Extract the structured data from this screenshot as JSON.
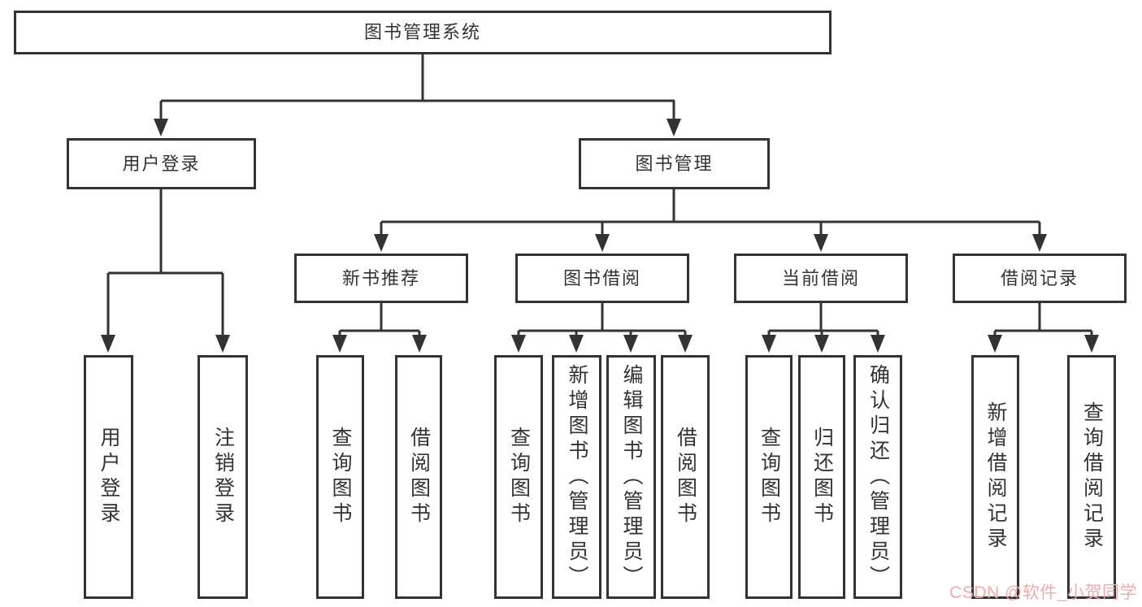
{
  "diagram": {
    "root": "图书管理系统",
    "level2": {
      "user_login": "用户登录",
      "book_mgmt": "图书管理"
    },
    "level3": {
      "new_book_rec": "新书推荐",
      "book_borrow": "图书借阅",
      "current_borrow": "当前借阅",
      "borrow_record": "借阅记录"
    },
    "leaves": {
      "user_login_1": "用户登录",
      "user_login_2": "注销登录",
      "new_book_1": "查询图书",
      "new_book_2": "借阅图书",
      "borrow_1": "查询图书",
      "borrow_2": "新增图书（管理员）",
      "borrow_3": "编辑图书（管理员）",
      "borrow_4": "借阅图书",
      "current_1": "查询图书",
      "current_2": "归还图书",
      "current_3": "确认归还（管理员）",
      "record_1": "新增借阅记录",
      "record_2": "查询借阅记录"
    }
  },
  "watermark": "CSDN @软件_小贺同学",
  "colors": {
    "line": "#333333",
    "box_background": "#ffffff",
    "text": "#333333",
    "watermark": "#eeacac"
  }
}
